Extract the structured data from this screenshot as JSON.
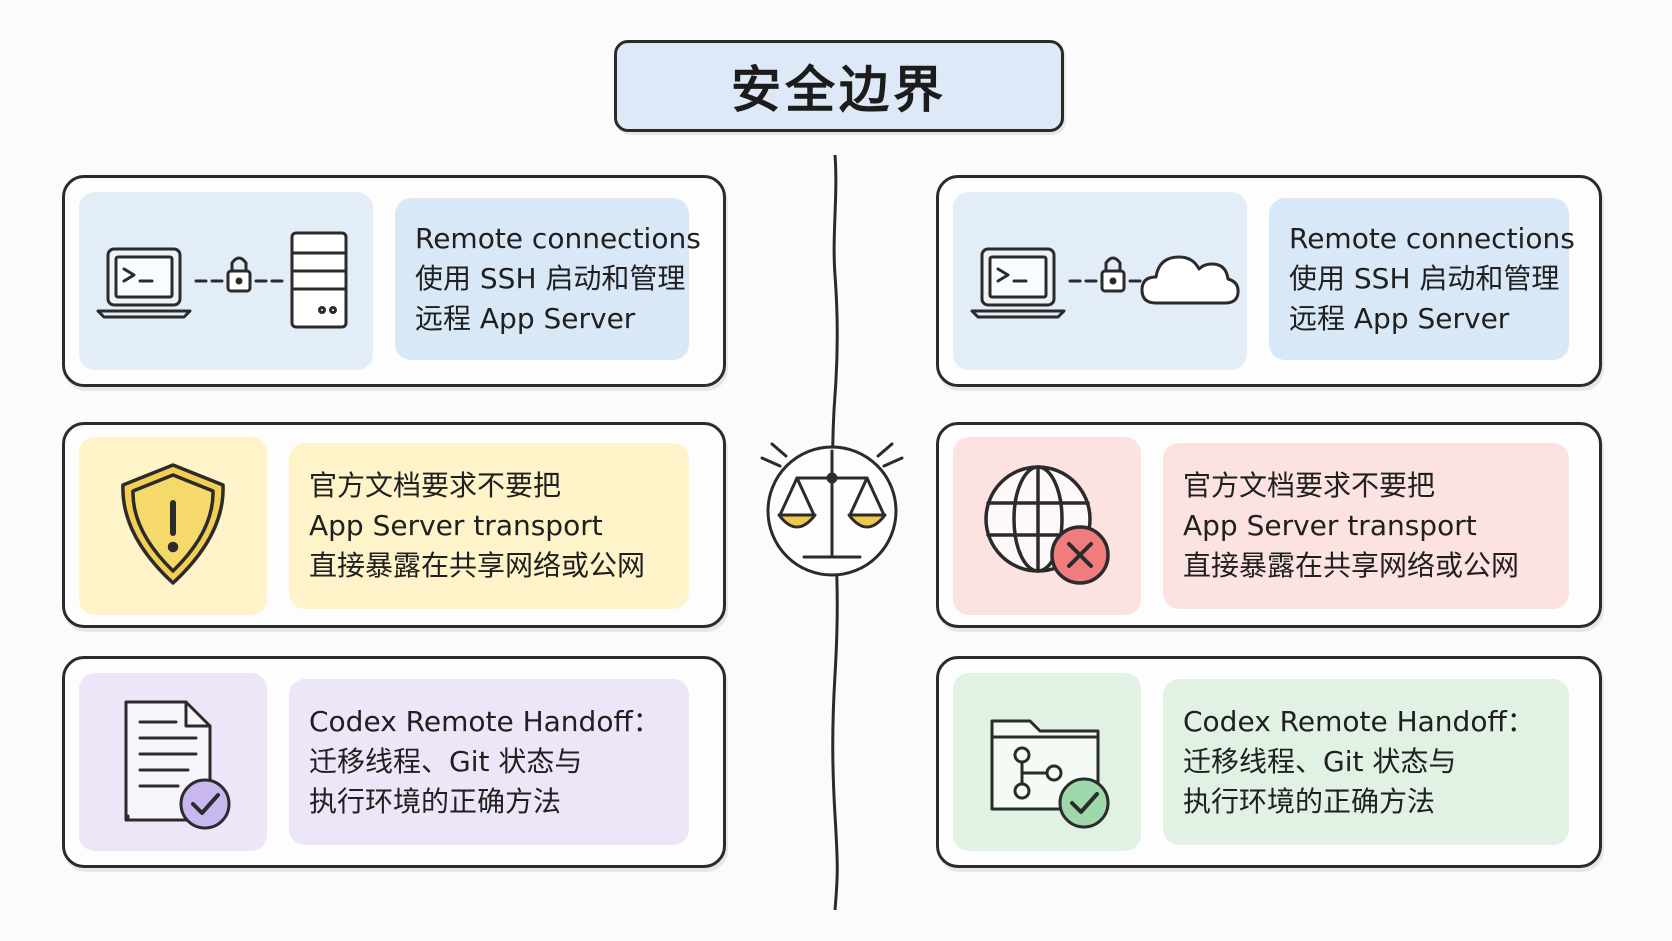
{
  "title": "安全边界",
  "left_column": {
    "cards": [
      {
        "lines": [
          "Remote connections",
          "使用 SSH 启动和管理",
          "远程 App Server"
        ],
        "icon": "laptop-lock-server-icon"
      },
      {
        "lines": [
          "官方文档要求不要把",
          "App Server transport",
          "直接暴露在共享网络或公网"
        ],
        "icon": "warning-shield-icon"
      },
      {
        "lines": [
          "Codex Remote Handoff：",
          "迁移线程、Git 状态与",
          "执行环境的正确方法"
        ],
        "icon": "document-check-icon"
      }
    ]
  },
  "center": {
    "icon": "balance-scale-icon"
  },
  "right_column": {
    "cards": [
      {
        "lines": [
          "Remote connections",
          "使用 SSH 启动和管理",
          "远程 App Server"
        ],
        "icon": "laptop-lock-cloud-icon"
      },
      {
        "lines": [
          "官方文档要求不要把",
          "App Server transport",
          "直接暴露在共享网络或公网"
        ],
        "icon": "globe-blocked-icon"
      },
      {
        "lines": [
          "Codex Remote Handoff：",
          "迁移线程、Git 状态与",
          "执行环境的正确方法"
        ],
        "icon": "folder-branch-check-icon"
      }
    ]
  },
  "colors": {
    "blue": "#e2edf8",
    "yellow": "#fff3c9",
    "red": "#fde2e2",
    "purple": "#ede6f8",
    "green": "#e1f1e4",
    "outline": "#2b2b2b"
  }
}
